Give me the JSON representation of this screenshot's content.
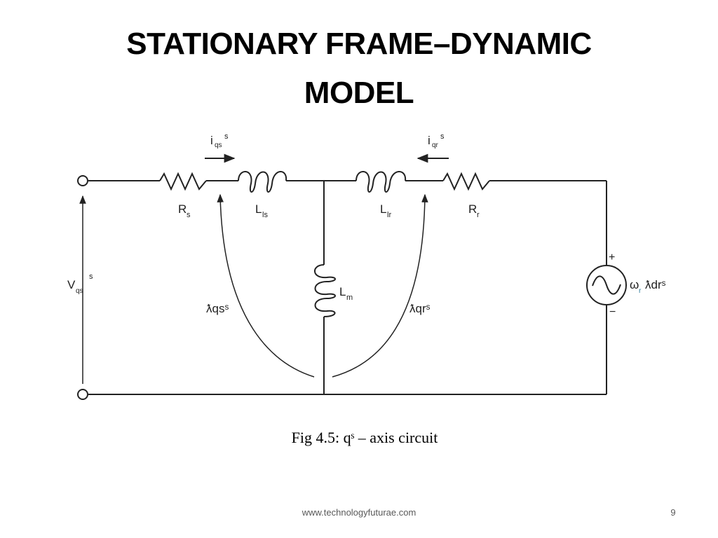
{
  "slide": {
    "title_line1": "STATIONARY FRAME–DYNAMIC",
    "title_line2": "MODEL",
    "footer": "www.technologyfuturae.com",
    "slide_number": "9"
  },
  "diagram": {
    "caption": "Fig 4.5: qˢ – axis circuit",
    "labels": {
      "i_qs_main": "i",
      "i_qs_sub": "qs",
      "i_qs_sup": "s",
      "i_qr_main": "i",
      "i_qr_sub": "qr",
      "i_qr_sup": "s",
      "R_s_main": "R",
      "R_s_sub": "s",
      "L_ls_main": "L",
      "L_ls_sub": "ls",
      "L_lr_main": "L",
      "L_lr_sub": "lr",
      "R_r_main": "R",
      "R_r_sub": "r",
      "L_m_main": "L",
      "L_m_sub": "m",
      "V_qs_main": "V",
      "V_qs_sub": "qs",
      "V_qs_sup": "s",
      "lambda_qs": "ƛqsˢ",
      "lambda_qr": "ƛqrˢ",
      "source_omega": "ω",
      "source_omega_sub": "r",
      "source_lambda": "ƛdrˢ",
      "plus_sign": "+",
      "minus_sign": "−"
    }
  }
}
